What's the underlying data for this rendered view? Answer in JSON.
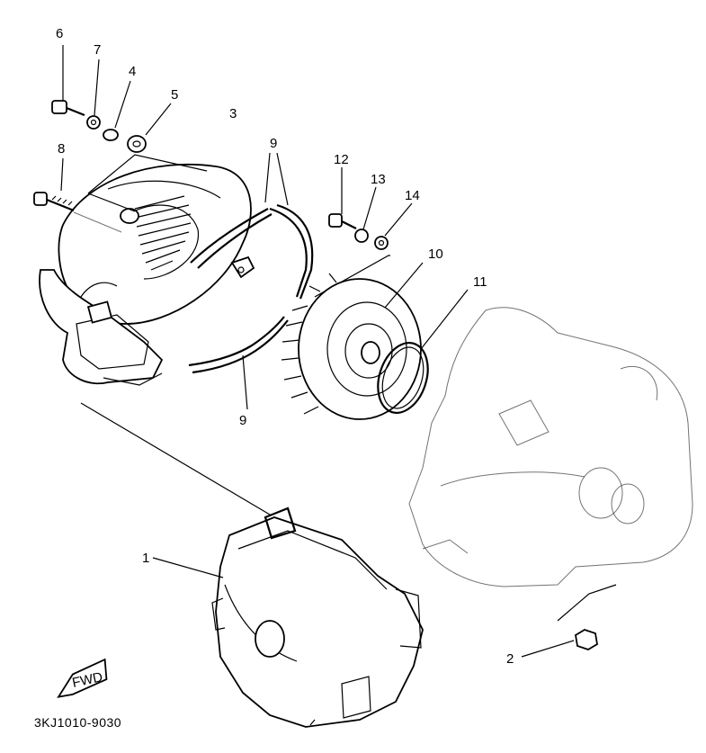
{
  "callouts": {
    "c1": "1",
    "c2": "2",
    "c3": "3",
    "c4": "4",
    "c5": "5",
    "c6": "6",
    "c7": "7",
    "c8": "8",
    "c9a": "9",
    "c9b": "9",
    "c10": "10",
    "c11": "11",
    "c12": "12",
    "c13": "13",
    "c14": "14"
  },
  "direction_mark": "FWD",
  "diagram_code": "3KJ1010-9030",
  "icons": {
    "bolt": "bolt-icon",
    "washer": "washer-icon",
    "collar": "collar-icon",
    "grommet": "grommet-icon",
    "nut": "nut-icon"
  }
}
